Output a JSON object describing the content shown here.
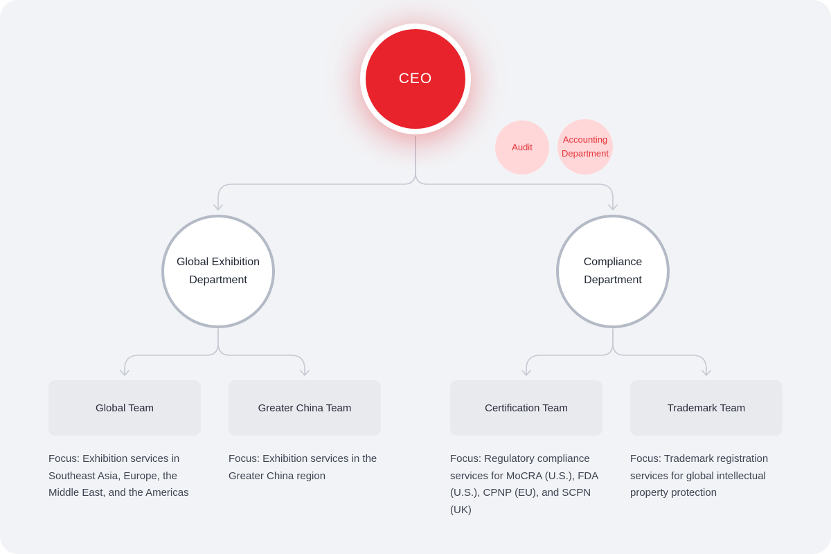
{
  "page": {
    "background_color": "#f2f3f6",
    "frame_color": "#ffffff"
  },
  "colors": {
    "ceo_red": "#e8232b",
    "staff_pink": "#ffd7d8",
    "staff_text_red": "#e5333b",
    "department_border_gray": "#b4bac6",
    "connector_gray": "#c5c9d3",
    "team_box_gray": "#e9eaee",
    "title_text": "#222834",
    "focus_text": "#3d4452"
  },
  "org_chart": {
    "root": {
      "label": "CEO"
    },
    "staff_nodes": [
      {
        "label": "Audit"
      },
      {
        "label": "Accounting Department"
      }
    ],
    "departments": [
      {
        "name": "Global Exhibition Department",
        "teams": [
          {
            "name": "Global Team",
            "focus": "Focus: Exhibition services in Southeast Asia, Europe, the Middle East, and the Americas"
          },
          {
            "name": "Greater China Team",
            "focus": "Focus: Exhibition services in the Greater China region"
          }
        ]
      },
      {
        "name": "Compliance Department",
        "teams": [
          {
            "name": "Certification Team",
            "focus": "Focus: Regulatory compliance services for MoCRA (U.S.), FDA (U.S.), CPNP (EU), and SCPN (UK)"
          },
          {
            "name": "Trademark Team",
            "focus": "Focus: Trademark registration services for global intellectual property protection"
          }
        ]
      }
    ]
  }
}
